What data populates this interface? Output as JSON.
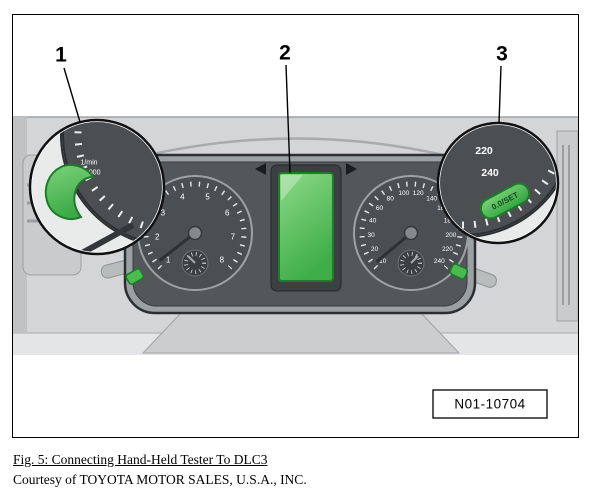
{
  "figure": {
    "callout_1": "1",
    "callout_2": "2",
    "callout_3": "3",
    "part_code": "N01-10704",
    "left_inset": {
      "scale_label_line1": "1/min",
      "scale_label_line2": "x1000"
    },
    "right_inset": {
      "speed_220": "220",
      "speed_240": "240",
      "button_label": "0.0/SET"
    },
    "tach_labels": [
      "1",
      "2",
      "3",
      "4",
      "5",
      "6",
      "7",
      "8"
    ],
    "speedo_labels": [
      "10",
      "20",
      "30",
      "40",
      "60",
      "80",
      "100",
      "120",
      "140",
      "160",
      "180",
      "200",
      "220",
      "240"
    ],
    "colors": {
      "highlight_green": "#4cbb4f",
      "highlight_green_dark": "#1d7a2a",
      "display_green": "#46b14e",
      "gauge_face": "#4b4f52",
      "dash_gray": "#d4d5d6"
    }
  },
  "caption": {
    "figure_caption": "Fig. 5: Connecting Hand-Held Tester To DLC3",
    "courtesy_line": "Courtesy of TOYOTA MOTOR SALES, U.S.A., INC."
  }
}
